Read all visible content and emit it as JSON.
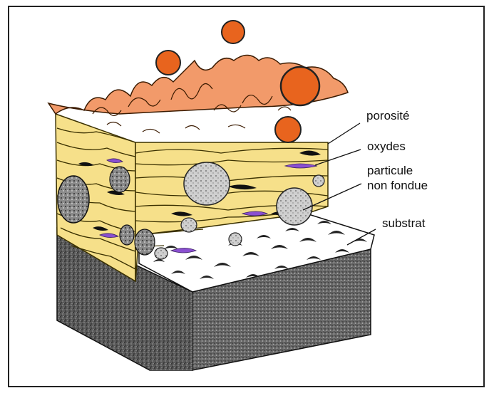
{
  "labels": {
    "porosite": "porosité",
    "oxydes": "oxydes",
    "particule_line1": "particule",
    "particule_line2": "non fondue",
    "substrat": "substrat"
  },
  "colors": {
    "splat": "#f6e08a",
    "splat_outline": "#3a3000",
    "molten_top": "#f29a6a",
    "droplet": "#e8641e",
    "oxide": "#8a4fd0",
    "substrate_dark": "#3a3a3a",
    "frame": "#222222"
  }
}
